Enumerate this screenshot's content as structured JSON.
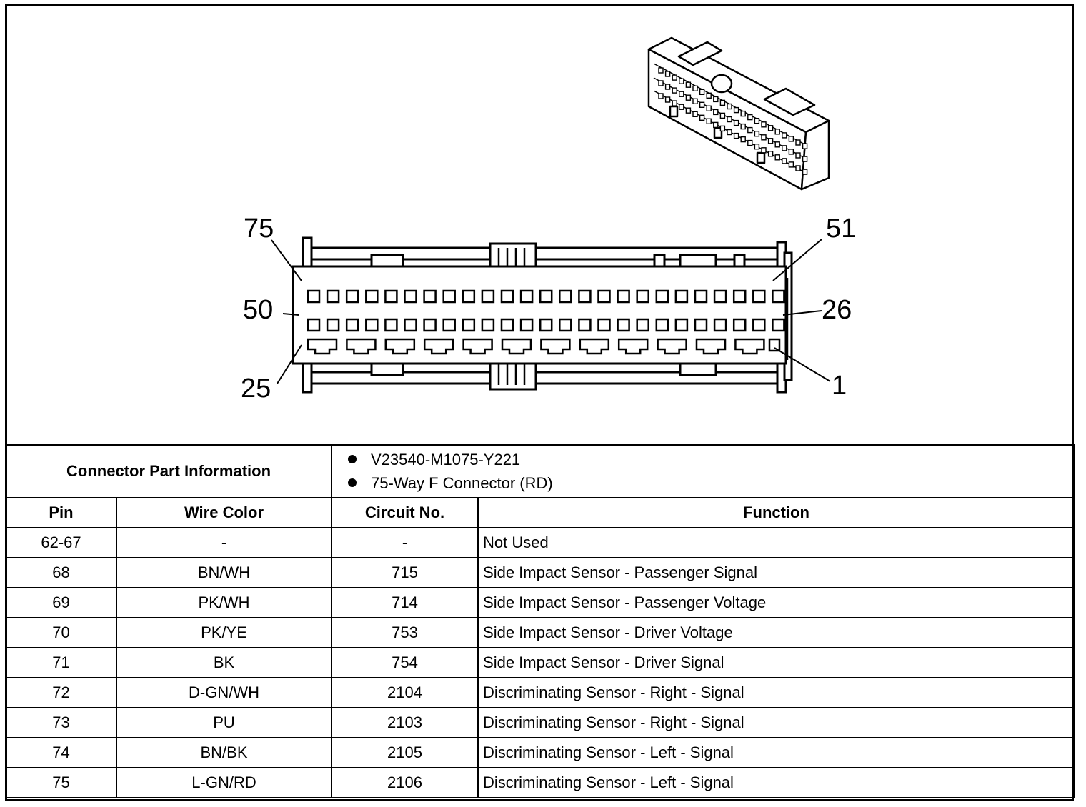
{
  "connector_view": {
    "pin_labels": {
      "top_left": "75",
      "top_right": "51",
      "mid_left": "50",
      "mid_right": "26",
      "bottom_left": "25",
      "bottom_right": "1"
    },
    "rows": [
      {
        "name": "top",
        "count": 25,
        "cavity": "square"
      },
      {
        "name": "middle",
        "count": 25,
        "cavity": "square"
      },
      {
        "name": "bottom",
        "count": 13,
        "cavity": "wide-terminal"
      }
    ]
  },
  "connector_info": {
    "label": "Connector Part Information",
    "items": [
      "V23540-M1075-Y221",
      "75-Way F Connector (RD)"
    ]
  },
  "table": {
    "headers": [
      "Pin",
      "Wire Color",
      "Circuit No.",
      "Function"
    ],
    "rows": [
      {
        "pin": "62-67",
        "wire": "-",
        "circuit": "-",
        "function": "Not Used"
      },
      {
        "pin": "68",
        "wire": "BN/WH",
        "circuit": "715",
        "function": "Side Impact Sensor - Passenger Signal"
      },
      {
        "pin": "69",
        "wire": "PK/WH",
        "circuit": "714",
        "function": "Side Impact Sensor - Passenger Voltage"
      },
      {
        "pin": "70",
        "wire": "PK/YE",
        "circuit": "753",
        "function": "Side Impact Sensor - Driver Voltage"
      },
      {
        "pin": "71",
        "wire": "BK",
        "circuit": "754",
        "function": "Side Impact Sensor - Driver Signal"
      },
      {
        "pin": "72",
        "wire": "D-GN/WH",
        "circuit": "2104",
        "function": "Discriminating Sensor - Right - Signal"
      },
      {
        "pin": "73",
        "wire": "PU",
        "circuit": "2103",
        "function": "Discriminating Sensor - Right - Signal"
      },
      {
        "pin": "74",
        "wire": "BN/BK",
        "circuit": "2105",
        "function": "Discriminating Sensor - Left - Signal"
      },
      {
        "pin": "75",
        "wire": "L-GN/RD",
        "circuit": "2106",
        "function": "Discriminating Sensor - Left - Signal"
      }
    ]
  }
}
